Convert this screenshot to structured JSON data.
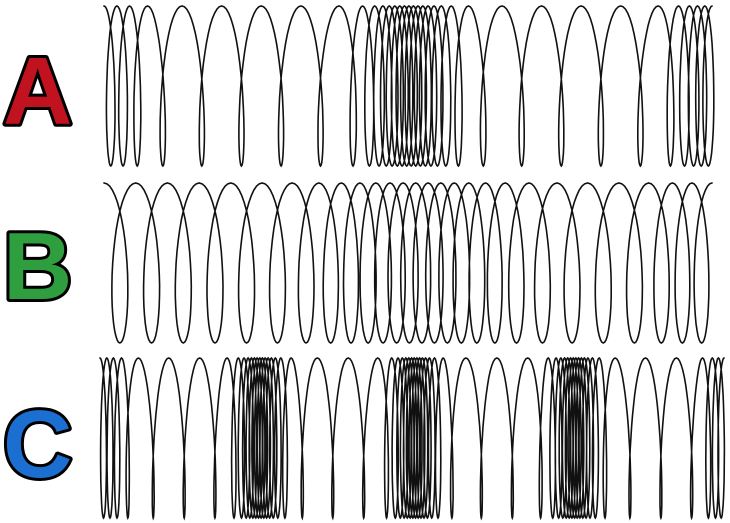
{
  "rows": [
    {
      "label": "A",
      "color": "#c1121f",
      "pattern": "two-compressions"
    },
    {
      "label": "B",
      "color": "#2e9e3e",
      "pattern": "single-central-compression"
    },
    {
      "label": "C",
      "color": "#1a6fd1",
      "pattern": "periodic-dense-compressions"
    }
  ]
}
